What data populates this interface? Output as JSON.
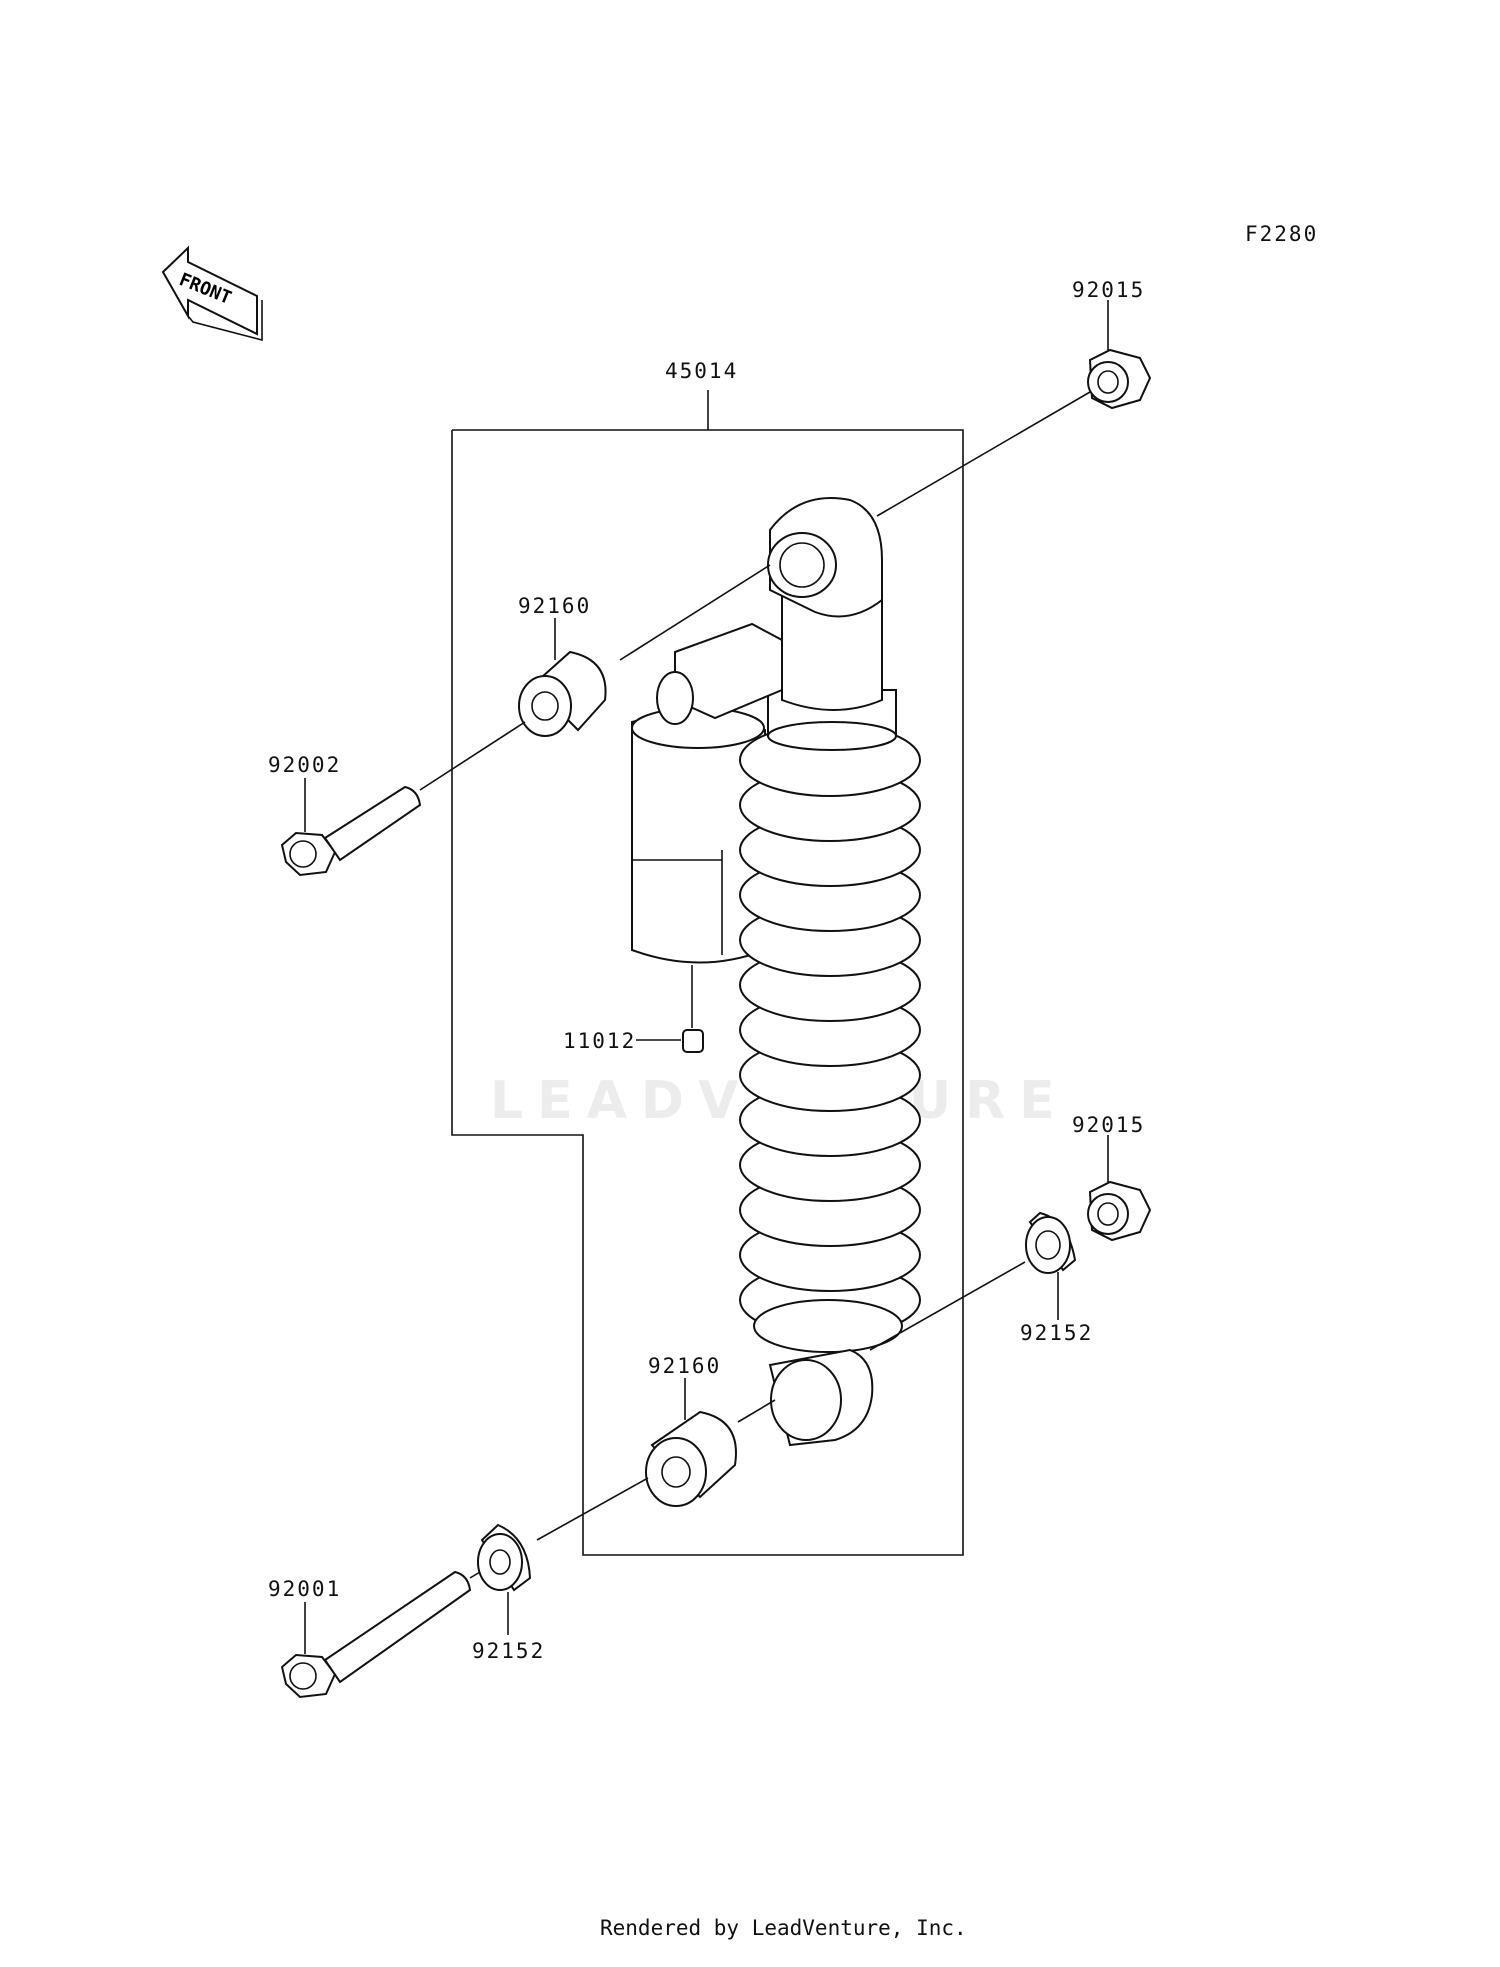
{
  "diagram": {
    "figure_code": "F2280",
    "front_marker": "FRONT",
    "watermark": "LEADVENTURE",
    "footer": "Rendered by LeadVenture, Inc.",
    "parts": [
      {
        "id": "45014",
        "name": "shock-absorber-assembly"
      },
      {
        "id": "92015",
        "name": "nut-upper"
      },
      {
        "id": "92160",
        "name": "collar-upper"
      },
      {
        "id": "92002",
        "name": "bolt-upper"
      },
      {
        "id": "11012",
        "name": "cap"
      },
      {
        "id": "92015",
        "name": "nut-lower"
      },
      {
        "id": "92152",
        "name": "washer-right"
      },
      {
        "id": "92160",
        "name": "collar-lower"
      },
      {
        "id": "92001",
        "name": "bolt-lower"
      },
      {
        "id": "92152",
        "name": "washer-left"
      }
    ]
  }
}
